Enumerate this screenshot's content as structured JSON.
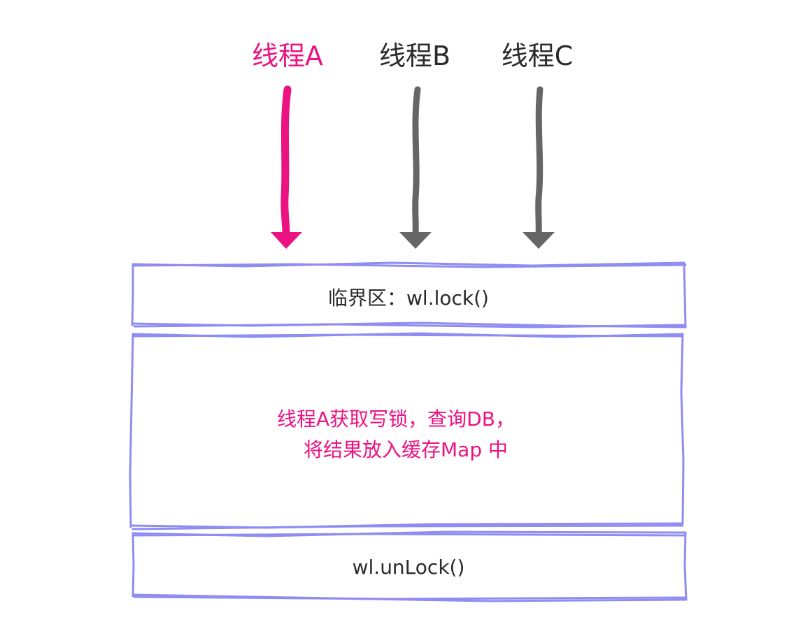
{
  "colors": {
    "highlight": "#ec1282",
    "thread_neutral": "#666666",
    "text_neutral": "#2b2b2b",
    "box_stroke": "#8f8cf2"
  },
  "threads": [
    {
      "label": "线程A",
      "color": "#ec1282",
      "arrow": "down"
    },
    {
      "label": "线程B",
      "color": "#666666",
      "arrow": "down"
    },
    {
      "label": "线程C",
      "color": "#666666",
      "arrow": "down"
    }
  ],
  "boxes": {
    "critical_section": {
      "text": "临界区：wl.lock()"
    },
    "body": {
      "lines": [
        "线程A获取写锁，查询DB，",
        "将结果放入缓存Map 中"
      ],
      "color": "#ec1282"
    },
    "unlock": {
      "text": "wl.unLock()"
    }
  }
}
